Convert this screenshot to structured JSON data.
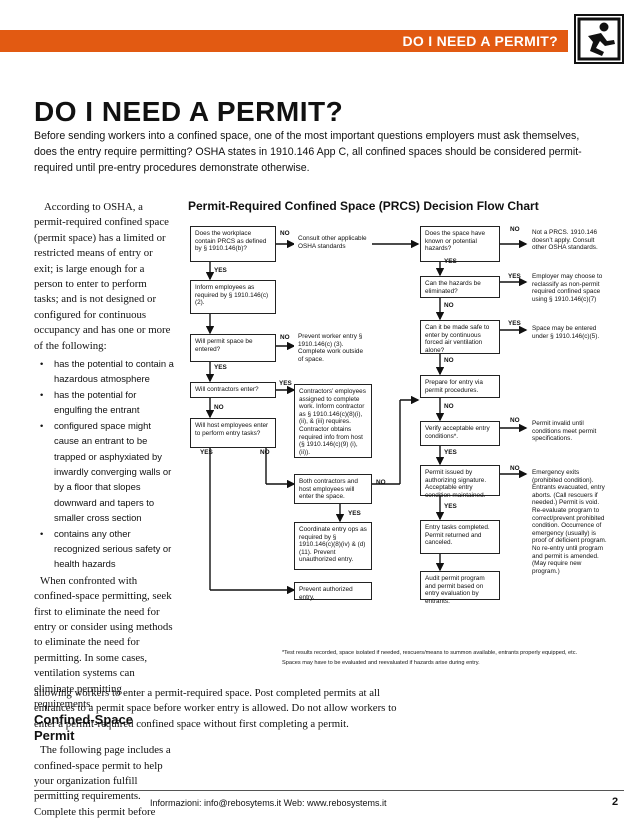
{
  "header": {
    "banner": "DO I NEED A PERMIT?"
  },
  "title": "DO I NEED A PERMIT?",
  "intro": "Before sending workers into a confined space, one of the most important questions employers must ask themselves, does the entry require permitting? OSHA states in 1910.146 App C, all confined spaces should be considered permit-required until pre-entry procedures demonstrate otherwise.",
  "column": {
    "p1": "According to OSHA, a permit-required confined space (permit space) has a limited or restricted means of entry or exit; is large enough for a person to enter to perform tasks; and is not designed or configured for continuous occupancy and has one or more of the following:",
    "bullets": [
      "has the potential to contain a hazardous atmosphere",
      "has the potential for engulfing the entrant",
      "configured space might cause an entrant to be trapped or asphyxiated by inwardly converging walls or by a floor that slopes downward and tapers to smaller cross section",
      "contains any other recognized serious safety or health hazards"
    ],
    "p2": "When confronted with confined-space permitting, seek first to eliminate the need for entry or consider using methods to eliminate the need for permitting. In some cases, ventilation systems can eliminate permitting requirements.",
    "subhead": "Confined-Space Permit",
    "p3": "The following page includes a confined-space permit to help your organization fulfill permitting requirements. Complete this permit before",
    "p3_cont": "allowing workers to enter a permit-required space. Post completed permits at all entrances to a permit space before worker entry is allowed. Do not allow workers to enter a permit-required confined space without first completing a permit."
  },
  "chart": {
    "title": "Permit-Required Confined Space (PRCS) Decision Flow Chart",
    "boxes": {
      "b1": "Does the workplace contain PRCS as defined by § 1910.146(b)?",
      "b2": "Consult other applicable OSHA standards",
      "b3": "Inform employees as required by § 1910.146(c) (2).",
      "b4": "Will permit space be entered?",
      "b5": "Prevent worker entry § 1910.146(c) (3). Complete work outside of space.",
      "b6": "Will contractors enter?",
      "b7": "Contractors’ employees assigned to complete work. Inform contractor as § 1910.146(c)(8)(i),(ii), & (iii) requires. Contractor obtains required info from host (§ 1910.146(c)(9) (i), (ii)).",
      "b8": "Will host employees enter to perform entry tasks?",
      "b9": "Both contractors and host employees will enter the space.",
      "b10": "Coordinate entry ops as required by § 1910.146(c)(8)(iv) & (d) (11). Prevent unauthorized entry.",
      "b11": "Prevent authorized entry.",
      "r1": "Does the space have known or potential hazards?",
      "r2": "Not a PRCS. 1910.146 doesn’t apply. Consult other OSHA standards.",
      "r3": "Can the hazards be eliminated?",
      "r4": "Employer may choose to reclassify as non-permit required confined space using § 1910.146(c)(7)",
      "r5": "Can it be made safe to enter by continuous forced air ventilation alone?",
      "r6": "Space may be entered under § 1910.146(c)(5).",
      "r7": "Prepare for entry via permit procedures.",
      "r8": "Verify acceptable entry conditions*.",
      "r9": "Permit invalid until conditions meet permit specifications.",
      "r10": "Permit issued by authorizing signature. Acceptable entry condition maintained.",
      "r11": "Emergency exits (prohibited condition). Entrants evacuated, entry aborts. (Call rescuers if needed.) Permit is void. Re-evaluate program to correct/prevent prohibited condition. Occurrence of emergency (usually) is proof of deficient program. No re-entry until program and permit is amended. (May require new program.)",
      "r12": "Entry tasks completed. Permit returned and canceled.",
      "r13": "Audit permit program and permit based on entry evaluation by entrants."
    },
    "yes": "YES",
    "no": "NO",
    "footnote1": "*Test results recorded, space isolated if needed, rescuers/means to summon available, entrants properly equipped, etc.",
    "footnote2": "Spaces may have to be evaluated and reevaluated if hazards arise during entry."
  },
  "footer": {
    "text": "Informazioni: info@rebosytems.it Web: www.rebosystems.it",
    "page": "2"
  }
}
